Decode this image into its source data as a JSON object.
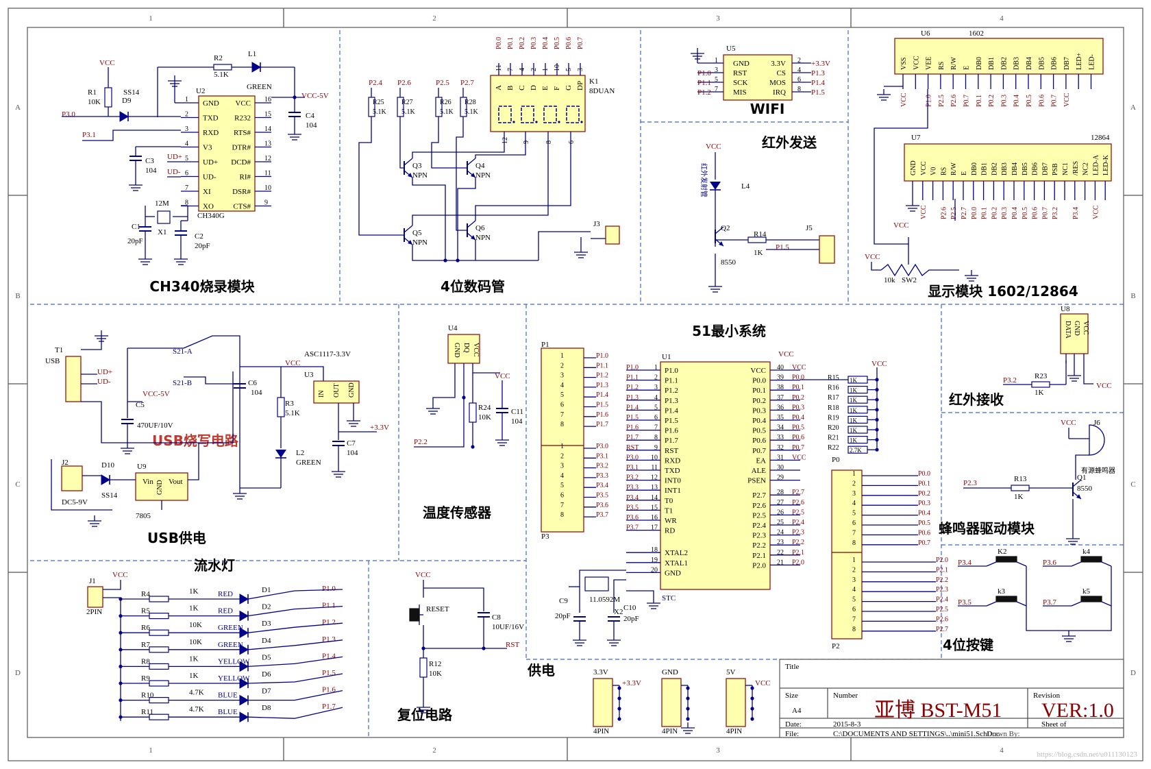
{
  "border": {
    "cols": [
      "1",
      "2",
      "3",
      "4"
    ],
    "rows": [
      "A",
      "B",
      "C",
      "D"
    ]
  },
  "blocks": [
    {
      "id": "ch340",
      "title": "CH340烧录模块"
    },
    {
      "id": "seg",
      "title": "4位数码管"
    },
    {
      "id": "wifi",
      "title": "WIFI"
    },
    {
      "id": "ir_tx",
      "title": "红外发送"
    },
    {
      "id": "display",
      "title": "显示模块 1602/12864"
    },
    {
      "id": "usb_prog",
      "title": "USB烧写电路"
    },
    {
      "id": "usb_pwr",
      "title": "USB供电"
    },
    {
      "id": "temp",
      "title": "温度传感器"
    },
    {
      "id": "mcu",
      "title": "51最小系统"
    },
    {
      "id": "ir_rx",
      "title": "红外接收"
    },
    {
      "id": "buzzer",
      "title": "蜂鸣器驱动模块"
    },
    {
      "id": "keys",
      "title": "4位按键"
    },
    {
      "id": "led",
      "title": "流水灯"
    },
    {
      "id": "reset",
      "title": "复位电路"
    },
    {
      "id": "power",
      "title": "供电"
    }
  ],
  "ch340": {
    "chip_ref": "U2",
    "chip_name": "CH340G",
    "left_pins": [
      "GND",
      "TXD",
      "RXD",
      "V3",
      "UD+",
      "UD-",
      "XI",
      "XO"
    ],
    "left_nums": [
      "1",
      "2",
      "3",
      "4",
      "5",
      "6",
      "7",
      "8"
    ],
    "right_pins": [
      "VCC",
      "R232",
      "RTS#",
      "DTR#",
      "DCD#",
      "RI#",
      "DSR#",
      "CTS#"
    ],
    "right_nums": [
      "16",
      "15",
      "14",
      "13",
      "12",
      "11",
      "10",
      "9"
    ],
    "vcc": "VCC",
    "vcc5": "VCC-5V",
    "r1": "R1",
    "r1v": "10K",
    "d9": "D9",
    "d9v": "SS14",
    "p30": "P3.0",
    "p31": "P3.1",
    "r2": "R2",
    "r2v": "5.1K",
    "l1": "L1",
    "l1v": "GREEN",
    "c3": "C3",
    "c3v": "104",
    "c4": "C4",
    "c4v": "104",
    "udp": "UD+",
    "udn": "UD-",
    "x1": "X1",
    "x1v": "12M",
    "c1": "C1",
    "c1v": "20pF",
    "c2": "C2",
    "c2v": "20pF"
  },
  "seg": {
    "k1": "K1",
    "k1v": "8DUAN",
    "top_nets": [
      "P0.0",
      "P0.1",
      "P0.2",
      "P0.3",
      "P0.4",
      "P0.5",
      "P0.6",
      "P0.7"
    ],
    "top_nums": [
      "11",
      "7",
      "4",
      "2",
      "1",
      "10",
      "5",
      "3"
    ],
    "segs": [
      "A",
      "B",
      "C",
      "D",
      "E",
      "F",
      "G",
      "DP"
    ],
    "bot_nums": [
      "12",
      "9",
      "8",
      "6"
    ],
    "resistors": [
      {
        "ref": "R25",
        "v": "5.1K",
        "net": "P2.4"
      },
      {
        "ref": "R27",
        "v": "5.1K",
        "net": "P2.6"
      },
      {
        "ref": "R26",
        "v": "5.1K",
        "net": "P2.5"
      },
      {
        "ref": "R28",
        "v": "5.1K",
        "net": "P2.7"
      }
    ],
    "q3": "Q3",
    "q4": "Q4",
    "q5": "Q5",
    "q6": "Q6",
    "npn": "NPN",
    "j3": "J3"
  },
  "wifi": {
    "u5": "U5",
    "l_pins": [
      "GND",
      "RST",
      "SCK",
      "MIS"
    ],
    "r_pins": [
      "3.3V",
      "CS",
      "MOS",
      "IRQ"
    ],
    "l_nets": [
      "",
      "P1.0",
      "P1.1",
      "P1.2"
    ],
    "l_nums": [
      "1",
      "3",
      "5",
      "7"
    ],
    "r_nets": [
      "+3.3V",
      "P1.3",
      "P1.4",
      "P1.5"
    ],
    "r_nums": [
      "2",
      "4",
      "6",
      "8"
    ]
  },
  "ir_tx": {
    "vcc": "VCC",
    "ir_label": "红外发射管",
    "l4": "L4",
    "q2": "Q2",
    "q2v": "8550",
    "r14": "R14",
    "r14v": "1K",
    "j5": "J5",
    "p15": "P1.5"
  },
  "display": {
    "u6": "U6",
    "u6v": "1602",
    "u6_pins": [
      "VSS",
      "VCC",
      "VEE",
      "RS",
      "R/W",
      "E",
      "DB0",
      "DB1",
      "DB2",
      "DB3",
      "DB4",
      "DB5",
      "DB6",
      "DB7",
      "LED+",
      "LED-"
    ],
    "u6_nets": [
      "VCC",
      "",
      "P1.0",
      "P2.5",
      "P2.6",
      "P0.7",
      "P0.1",
      "P0.2",
      "P0.3",
      "P0.4",
      "P0.5",
      "P0.6",
      "P0.7",
      "VCC",
      "",
      ""
    ],
    "u7": "U7",
    "u7v": "12864",
    "u7_pins": [
      "GND",
      "VCC",
      "V0",
      "RS",
      "R/W",
      "E",
      "DB0",
      "DB1",
      "DB2",
      "DB3",
      "DB4",
      "DB5",
      "DB6",
      "DB7",
      "PSB",
      "NC1",
      "/RES",
      "NC2",
      "LED-A",
      "LED-K"
    ],
    "u7_nets": [
      "",
      "VCC",
      "",
      "P2.6",
      "P2.5",
      "P2.7",
      "P0.0",
      "P0.1",
      "P0.2",
      "P0.3",
      "P0.4",
      "P0.5",
      "P0.6",
      "P0.7",
      "P3.2",
      "",
      "P3.4",
      "",
      "VCC",
      ""
    ],
    "sw2": "SW2",
    "sw2v": "10k",
    "vcc": "VCC"
  },
  "usb": {
    "t1": "T1",
    "t1v": "USB",
    "udp": "UD+",
    "udn": "UD-",
    "s21a": "S21-A",
    "s21b": "S21-B",
    "vcc5": "VCC-5V",
    "c5": "C5",
    "c5v": "470UF/10V",
    "c6": "C6",
    "c6v": "104",
    "r3": "R3",
    "r3v": "5.1K",
    "l2": "L2",
    "l2v": "GREEN",
    "u3": "U3",
    "u3v": "ASC1117-3.3V",
    "u3p": [
      "IN",
      "OUT",
      "GND"
    ],
    "c7": "C7",
    "c7v": "104",
    "p33": "+3.3V",
    "vcc": "VCC",
    "j2": "J2",
    "j2v": "DC5-9V",
    "d10": "D10",
    "d10v": "SS14",
    "u9": "U9",
    "u9v": "7805",
    "vin": "Vin",
    "vout": "Vout",
    "gnd": "GND"
  },
  "temp": {
    "u4": "U4",
    "pins": [
      "GND",
      "DQ",
      "VCC"
    ],
    "r24": "R24",
    "r24v": "10K",
    "c11": "C11",
    "c11v": "104",
    "vcc": "VCC",
    "p22": "P2.2"
  },
  "mcu": {
    "u1": "U1",
    "p1": "P1",
    "p3": "P3",
    "p0": "P0",
    "p2": "P2",
    "left_pins": [
      "P1.0",
      "P1.1",
      "P1.2",
      "P1.3",
      "P1.4",
      "P1.5",
      "P1.6",
      "P1.7",
      "RST",
      "RXD",
      "TXD",
      "INT0",
      "INT1",
      "T0",
      "T1",
      "WR",
      "RD",
      "XTAL2",
      "XTAL1",
      "GND"
    ],
    "left_nums": [
      "1",
      "2",
      "3",
      "4",
      "5",
      "6",
      "7",
      "8",
      "9",
      "10",
      "11",
      "12",
      "13",
      "14",
      "15",
      "16",
      "17",
      "18",
      "19",
      "20"
    ],
    "left_nets": [
      "P1.0",
      "P1.1",
      "P1.2",
      "P1.3",
      "P1.4",
      "P1.5",
      "P1.6",
      "P1.7",
      "RST",
      "P3.0",
      "P3.1",
      "P3.2",
      "P3.3",
      "P3.4",
      "P3.5",
      "P3.6",
      "P3.7",
      "",
      "",
      ""
    ],
    "right_pins": [
      "VCC",
      "P0.0",
      "P0.1",
      "P0.2",
      "P0.3",
      "P0.4",
      "P0.5",
      "P0.6",
      "P0.7",
      "EA",
      "ALE",
      "PSEN",
      "P2.7",
      "P2.6",
      "P2.5",
      "P2.4",
      "P2.3",
      "P2.2",
      "P2.1",
      "P2.0"
    ],
    "right_nums": [
      "40",
      "39",
      "38",
      "37",
      "36",
      "35",
      "34",
      "33",
      "32",
      "31",
      "30",
      "29",
      "28",
      "27",
      "26",
      "25",
      "24",
      "23",
      "22",
      "21"
    ],
    "right_nets": [
      "VCC",
      "P0.0",
      "P0.1",
      "P0.2",
      "P0.3",
      "P0.4",
      "P0.5",
      "P0.6",
      "P0.7",
      "VCC",
      "",
      "",
      "P2.7",
      "P2.6",
      "P2.5",
      "P2.4",
      "P2.3",
      "P2.2",
      "P2.1",
      "P2.0"
    ],
    "pullups": [
      "R15",
      "R16",
      "R17",
      "R18",
      "R19",
      "R20",
      "R21",
      "R22"
    ],
    "pullv": "1K",
    "pull_last": "2.7K",
    "p1nets": [
      "P1.0",
      "P1.1",
      "P1.2",
      "P1.3",
      "P1.4",
      "P1.5",
      "P1.6",
      "P1.7"
    ],
    "p3nets": [
      "P3.0",
      "P3.1",
      "P3.2",
      "P3.3",
      "P3.4",
      "P3.5",
      "P3.6",
      "P3.7"
    ],
    "p0nets": [
      "P0.0",
      "P0.1",
      "P0.2",
      "P0.3",
      "P0.4",
      "P0.5",
      "P0.6",
      "P0.7"
    ],
    "p2nets": [
      "P2.0",
      "P2.1",
      "P2.2",
      "P2.3",
      "P2.4",
      "P2.5",
      "P2.6",
      "P2.7"
    ],
    "c9": "C9",
    "c9v": "20pF",
    "c10": "C10",
    "c10v": "20pF",
    "x2": "X2",
    "x2v": "11.0592M",
    "stc": "STC",
    "vcc": "VCC"
  },
  "irrx": {
    "u8": "U8",
    "pins": [
      "DATA",
      "GND",
      "VCC"
    ],
    "r23": "R23",
    "r23v": "1K",
    "p32": "P3.2",
    "vcc": "VCC"
  },
  "buzz": {
    "j6": "J6",
    "j6v": "有源蜂鸣器",
    "q1": "Q1",
    "q1v": "8550",
    "r13": "R13",
    "r13v": "1K",
    "p23": "P2.3",
    "vcc": "VCC"
  },
  "keys": {
    "k2": "K2",
    "k4": "k4",
    "k3": "k3",
    "k5": "k5",
    "n1": "P3.4",
    "n2": "P3.6",
    "n3": "P3.5",
    "n4": "P3.7"
  },
  "leds": {
    "j1": "J1",
    "j1v": "2PIN",
    "vcc": "VCC",
    "rows": [
      {
        "r": "R4",
        "v": "1K",
        "color": "RED",
        "d": "D1",
        "net": "P1.0"
      },
      {
        "r": "R5",
        "v": "1K",
        "color": "RED",
        "d": "D2",
        "net": "P1.1"
      },
      {
        "r": "R6",
        "v": "10K",
        "color": "GREEN",
        "d": "D3",
        "net": "P1.2"
      },
      {
        "r": "R7",
        "v": "10K",
        "color": "GREEN",
        "d": "D4",
        "net": "P1.3"
      },
      {
        "r": "R8",
        "v": "1K",
        "color": "YELLOW",
        "d": "D5",
        "net": "P1.4"
      },
      {
        "r": "R9",
        "v": "1K",
        "color": "YELLOW",
        "d": "D6",
        "net": "P1.5"
      },
      {
        "r": "R10",
        "v": "4.7K",
        "color": "BLUE",
        "d": "D7",
        "net": "P1.6"
      },
      {
        "r": "R11",
        "v": "4.7K",
        "color": "BLUE",
        "d": "D8",
        "net": "P1.7"
      }
    ]
  },
  "reset": {
    "vcc": "VCC",
    "reset": "RESET",
    "c8": "C8",
    "c8v": "10UF/16V",
    "r12": "R12",
    "r12v": "10K",
    "rst": "RST"
  },
  "power": {
    "h1": "3.3V",
    "h1n": "+3.3V",
    "h2": "GND",
    "h3": "5V",
    "h3n": "VCC",
    "conn": "4PIN"
  },
  "titleblock": {
    "title_lbl": "Title",
    "size_lbl": "Size",
    "size": "A4",
    "number_lbl": "Number",
    "revision_lbl": "Revision",
    "name": "亚博 BST-M51",
    "ver": "VER:1.0",
    "date_lbl": "Date:",
    "date": "2015-8-3",
    "file_lbl": "File:",
    "file": "C:\\DOCUMENTS AND SETTINGS\\..\\mini51.SchDoc",
    "sheet_lbl": "Sheet   of",
    "drawn_lbl": "Drawn By:"
  },
  "watermark": "https://blog.csdn.net/u011130123",
  "colors": {
    "wire": "#00008B",
    "border": "#777777",
    "net": "#8B0000",
    "chip_fill": "#FFFFB0",
    "grid": "#3A66D8"
  }
}
